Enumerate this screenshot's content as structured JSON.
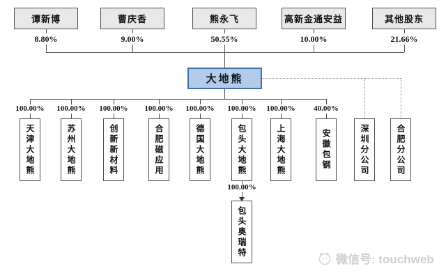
{
  "diagram": {
    "root": {
      "name": "大地熊"
    },
    "shareholders": [
      {
        "name": "谭新博",
        "pct": "8.80%"
      },
      {
        "name": "曹庆香",
        "pct": "9.00%"
      },
      {
        "name": "熊永飞",
        "pct": "50.55%"
      },
      {
        "name": "高新金通安益",
        "pct": "10.00%"
      },
      {
        "name": "其他股东",
        "pct": "21.66%"
      }
    ],
    "subsidiaries": [
      {
        "name": "天津大地熊",
        "pct": "100.00%",
        "link": "solid"
      },
      {
        "name": "苏州大地熊",
        "pct": "100.00%",
        "link": "solid"
      },
      {
        "name": "创新新材料",
        "pct": "100.00%",
        "link": "solid"
      },
      {
        "name": "合肥磁应用",
        "pct": "100.00%",
        "link": "solid"
      },
      {
        "name": "德国大地熊",
        "pct": "100.00%",
        "link": "solid"
      },
      {
        "name": "包头大地熊",
        "pct": "100.00%",
        "link": "solid"
      },
      {
        "name": "上海大地熊",
        "pct": "100.00%",
        "link": "solid"
      },
      {
        "name": "安徽包钢",
        "pct": "40.00%",
        "link": "solid"
      },
      {
        "name": "深圳分公司",
        "pct": "",
        "link": "dotted"
      },
      {
        "name": "合肥分公司",
        "pct": "",
        "link": "dotted"
      }
    ],
    "grandchild": {
      "name": "包头奥瑞特",
      "pct": "100.00%"
    },
    "watermark": {
      "icon": "wechat-logo-icon",
      "text": "微信号: touchweb"
    },
    "colors": {
      "root_fill": "#b3cbe8",
      "root_border": "#3f6fa8",
      "shareholder_fill": "#e8e8e8",
      "line": "#4d4d4d",
      "watermark": "#cfcfcf"
    }
  }
}
